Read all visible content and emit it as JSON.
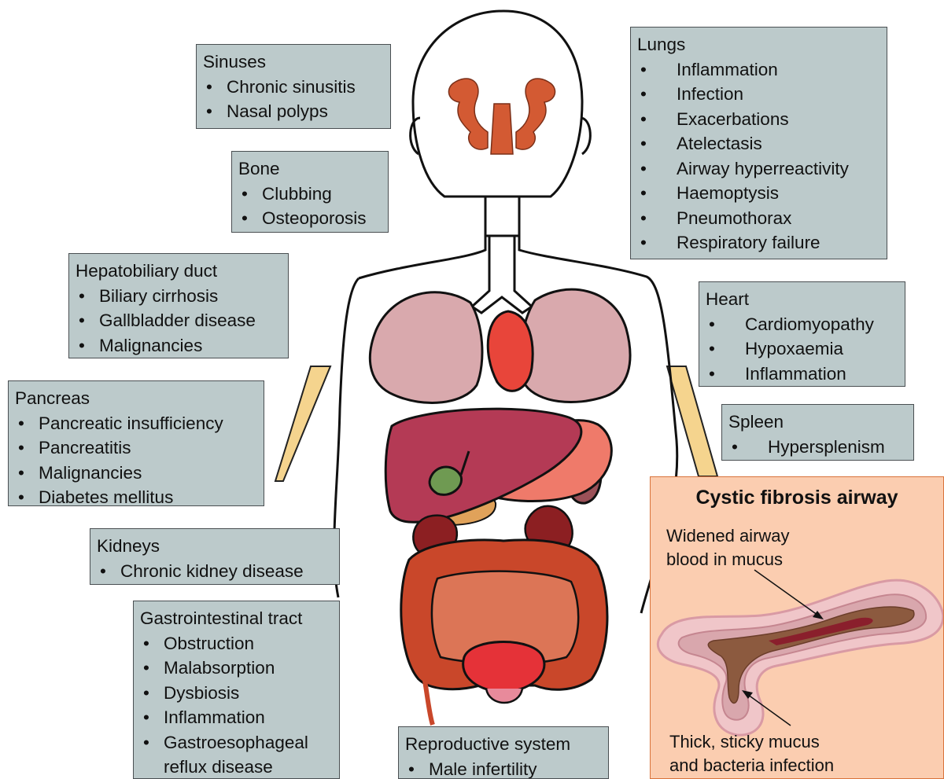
{
  "boxes": {
    "sinuses": {
      "title": "Sinuses",
      "items": [
        "Chronic sinusitis",
        "Nasal polyps"
      ]
    },
    "bone": {
      "title": "Bone",
      "items": [
        "Clubbing",
        "Osteoporosis"
      ]
    },
    "hepatobiliary": {
      "title": "Hepatobiliary duct",
      "items": [
        "Biliary cirrhosis",
        "Gallbladder disease",
        "Malignancies"
      ]
    },
    "pancreas": {
      "title": "Pancreas",
      "items": [
        "Pancreatic insufficiency",
        "Pancreatitis",
        "Malignancies",
        "Diabetes mellitus"
      ]
    },
    "kidneys": {
      "title": "Kidneys",
      "items": [
        "Chronic kidney disease"
      ]
    },
    "gi": {
      "title": "Gastrointestinal tract",
      "items": [
        "Obstruction",
        "Malabsorption",
        "Dysbiosis",
        "Inflammation",
        "Gastroesophageal",
        "reflux disease"
      ]
    },
    "reproductive": {
      "title": "Reproductive system",
      "items": [
        "Male infertility"
      ]
    },
    "lungs": {
      "title": "Lungs",
      "items": [
        "Inflammation",
        "Infection",
        "Exacerbations",
        "Atelectasis",
        "Airway hyperreactivity",
        "Haemoptysis",
        "Pneumothorax",
        "Respiratory failure"
      ]
    },
    "heart": {
      "title": "Heart",
      "items": [
        "Cardiomyopathy",
        "Hypoxaemia",
        "Inflammation"
      ]
    },
    "spleen": {
      "title": "Spleen",
      "items": [
        "Hypersplenism"
      ]
    }
  },
  "cf_airway": {
    "title": "Cystic fibrosis airway",
    "label_top_1": "Widened airway",
    "label_top_2": "blood in mucus",
    "label_bottom_1": "Thick, sticky mucus",
    "label_bottom_2": "and bacteria infection"
  },
  "colors": {
    "box_fill": "#bccacb",
    "lung": "#d9a9ad",
    "heart": "#e8453a",
    "liver": "#b43a55",
    "stomach": "#ef7a6a",
    "colon": "#c9472a",
    "bladder": "#e53238",
    "sinus": "#d35a33",
    "arm": "#f5d48e",
    "panel": "#fbcdb0"
  }
}
